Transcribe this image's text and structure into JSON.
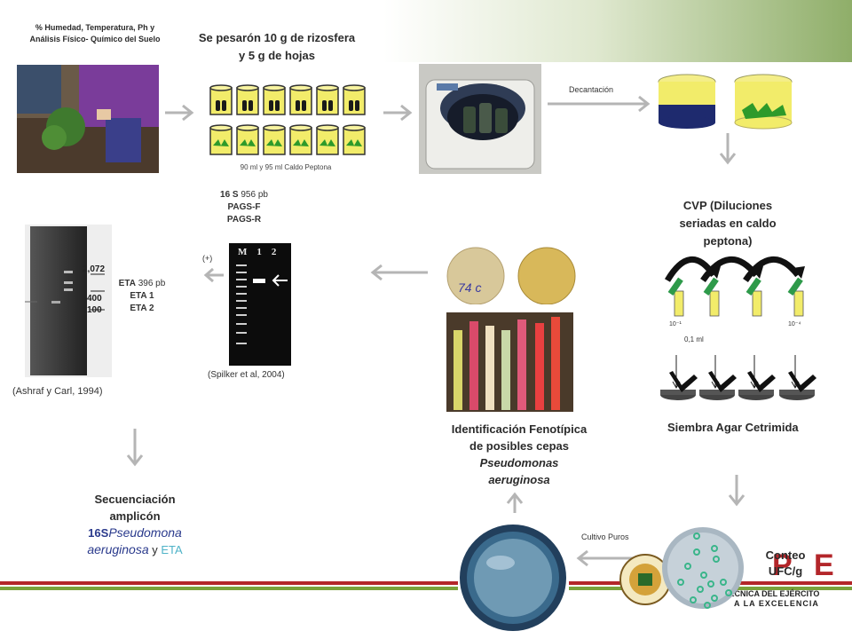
{
  "labels": {
    "soil_analysis": "% Humedad, Temperatura, Ph y Análisis Físico- Químico del Suelo",
    "weighed": "Se pesarón  10 g de rizosfera y 5 g de hojas",
    "broth": "90 ml y 95 ml Caldo Peptona",
    "decantation": "Decantación",
    "cvp_title": "CVP (Diluciones seriadas en caldo peptona)",
    "dil_low": "10⁻¹",
    "dil_high": "10⁻⁴",
    "volume": "0,1 ml",
    "cetrimide": "Siembra Agar Cetrimida",
    "count": "Conteo UFC/g",
    "pure_culture": "Cultivo Puros",
    "phenotype_line1": "Identificación Fenotípica",
    "phenotype_line2": "de  posibles cepas",
    "phenotype_species1": "Pseudomonas",
    "phenotype_species2": "aeruginosa",
    "gel16s_line1_a": "16 S",
    "gel16s_line1_b": " 956 pb",
    "gel16s_line2": "PAGS-F",
    "gel16s_line3": "PAGS-R",
    "positive": "(+)",
    "gel_lanes": "M    1    2",
    "spilker": "(Spilker et al, 2004)",
    "eta_line1_a": "ETA",
    "eta_line1_b": " 396 pb",
    "eta_line2": "ETA 1",
    "eta_line3": "ETA 2",
    "ashraf": "(Ashraf  y Carl, 1994)",
    "ladder_2072": "2,072",
    "ladder_400": "400",
    "ladder_100": "100",
    "seq_line1": "Secuenciación",
    "seq_line2": "amplicón",
    "seq_line3_a": "16S",
    "seq_line3_b": "Pseudomona",
    "seq_line4_a": "aeruginosa",
    "seq_line4_b": " y ",
    "seq_line4_c": "ETA",
    "plate_label": "74 c",
    "logo_letters": "P  E",
    "logo_line1": "TÉCNICA DEL EJÉRCITO",
    "logo_line2": "A  LA  EXCELENCIA"
  },
  "colors": {
    "green_accent": "#7aa23c",
    "red_stripe": "#b3262a",
    "blue_text": "#2a3a8c",
    "eta_cyan": "#4fb3c8",
    "arrow_gray": "#b5b5b5",
    "tube_yellow": "#f2ec6a",
    "leaf_green": "#2e9a2a",
    "colony_teal": "#3ab58a"
  }
}
